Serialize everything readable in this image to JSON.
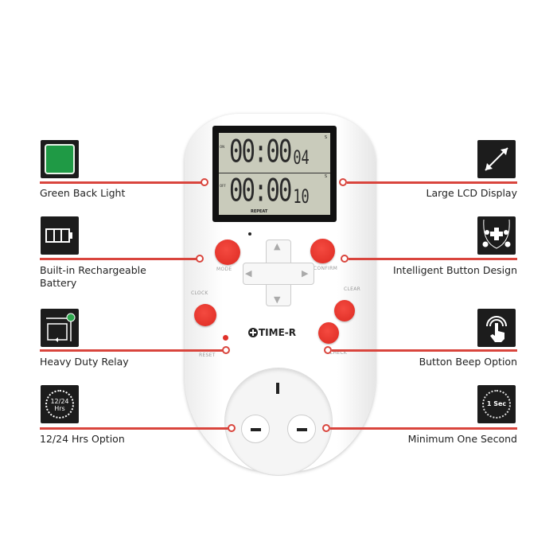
{
  "features_left": [
    {
      "label": "Green Back Light",
      "icon": "green-square-icon"
    },
    {
      "label": "Built-in Rechargeable Battery",
      "icon": "battery-icon"
    },
    {
      "label": "Heavy Duty Relay",
      "icon": "relay-circuit-icon"
    },
    {
      "label": "12/24 Hrs Option",
      "icon": "clock-12-24-icon",
      "icon_text_1": "12/24",
      "icon_text_2": "Hrs"
    }
  ],
  "features_right": [
    {
      "label": "Large LCD Display",
      "icon": "diagonal-arrow-icon"
    },
    {
      "label": "Intelligent Button Design",
      "icon": "button-layout-icon"
    },
    {
      "label": "Button Beep Option",
      "icon": "touch-beep-icon"
    },
    {
      "label": "Minimum One Second",
      "icon": "one-second-icon",
      "icon_text": "1 Sec"
    }
  ],
  "device": {
    "brand": "TIME-R",
    "lcd": {
      "on_label": "ON",
      "off_label": "OFF",
      "row1_time": "00:00",
      "row1_sec": "04",
      "row2_time": "00:00",
      "row2_sec": "10",
      "unit": "S",
      "repeat": "REPEAT"
    },
    "buttons": {
      "mode": "MODE",
      "confirm": "CONFIRM",
      "clock": "CLOCK",
      "clear": "CLEAR",
      "reset": "RESET",
      "check": "CHECK"
    }
  },
  "colors": {
    "accent": "#d9453d",
    "green": "#1f9a45",
    "button": "#e8322a"
  }
}
